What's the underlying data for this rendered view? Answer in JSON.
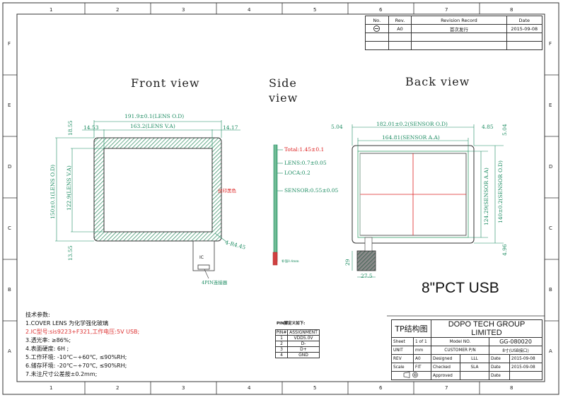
{
  "ruler": {
    "cols": [
      "1",
      "2",
      "3",
      "4",
      "5",
      "6",
      "7",
      "8"
    ],
    "rows": [
      "F",
      "E",
      "D",
      "C",
      "B",
      "A"
    ]
  },
  "revision_table": {
    "headers": [
      "No.",
      "Rev.",
      "Revision Record",
      "Date"
    ],
    "row": {
      "rev": "A0",
      "record": "首次发行",
      "date": "2015-09-08"
    }
  },
  "views": {
    "front": "Front view",
    "side_line1": "Side",
    "side_line2": "view",
    "back": "Back view"
  },
  "front_dims": {
    "lens_od_w": "191.9±0.1(LENS O.D)",
    "lens_va_w": "163.2(LENS V.A)",
    "left_margin": "14.53",
    "right_margin": "14.17",
    "top_margin": "18.55",
    "bottom_margin": "13.55",
    "lens_od_h": "150±0.1(LENS O.D)",
    "lens_va_h": "122.9(LENS V.A)",
    "corner": "4-R4.45",
    "ink_label": "丝印黑色",
    "ic_label": "IC",
    "connector_label": "4PIN连接器"
  },
  "side_dims": {
    "total": "Total:1.45±0.1",
    "lens": "LENS:0.7±0.05",
    "loca": "LOCA:0.2",
    "sensor": "SENSOR:0.55±0.05",
    "fpc_note": "补强0.4mm"
  },
  "back_dims": {
    "sensor_od_w": "182.01±0.2(SENSOR O.D)",
    "sensor_aa_w": "164.81(SENSOR A.A)",
    "left": "5.04",
    "right": "4.85",
    "top_right": "5.04",
    "bottom_right": "4.96",
    "sensor_od_h": "140±0.2(SENSOR O.D)",
    "sensor_aa_h": "124.29(SENSOR A.A)",
    "fpc_h": "29",
    "fpc_w": "27.5"
  },
  "product_title": "8\"PCT USB",
  "tech_params": {
    "heading": "技术参数:",
    "l1": "1.COVER LENS 为化学强化玻璃",
    "l2": "2.IC型号:sis9223+F321,工作电压:5V USB;",
    "l3": "3.透光率: ≥86%;",
    "l4": "4.表面硬度: 6H ;",
    "l5": "5.工作环境: -10℃~+60℃, ≤90%RH;",
    "l6": "6.储存环境: -20℃~+70℃, ≤90%RH;",
    "l7": "7.未注尺寸公差按±0.2mm;"
  },
  "pin_table": {
    "title": "PIN脚定义如下:",
    "headers": [
      "PIN#",
      "ASSIGNMENT"
    ],
    "rows": [
      {
        "pin": "1",
        "name": "VDD5.0V"
      },
      {
        "pin": "2",
        "name": "D-"
      },
      {
        "pin": "3",
        "name": "D+"
      },
      {
        "pin": "4",
        "name": "GND"
      }
    ]
  },
  "title_block": {
    "tp": "TP结构图",
    "company": "DOPO TECH GROUP LIMITED",
    "sheet_label": "Sheet",
    "sheet_val": "1 of 1",
    "model_label": "Model NO.",
    "model_val": "GG-080020",
    "unit_label": "UNIT",
    "unit_val": "mm",
    "customer_label": "CUSTOMER P/N",
    "customer_val": "8寸(USB接口)",
    "rev_label": "REV",
    "rev_val": "A0",
    "designed_label": "Designed",
    "designed_val": "LLL",
    "date_label": "Date",
    "date1": "2015-09-08",
    "scale_label": "Scale",
    "scale_val": "FIT",
    "checked_label": "Checked",
    "checked_val": "SLA",
    "date2": "2015-09-08",
    "approved_label": "Approved",
    "date3_label": "Date"
  }
}
